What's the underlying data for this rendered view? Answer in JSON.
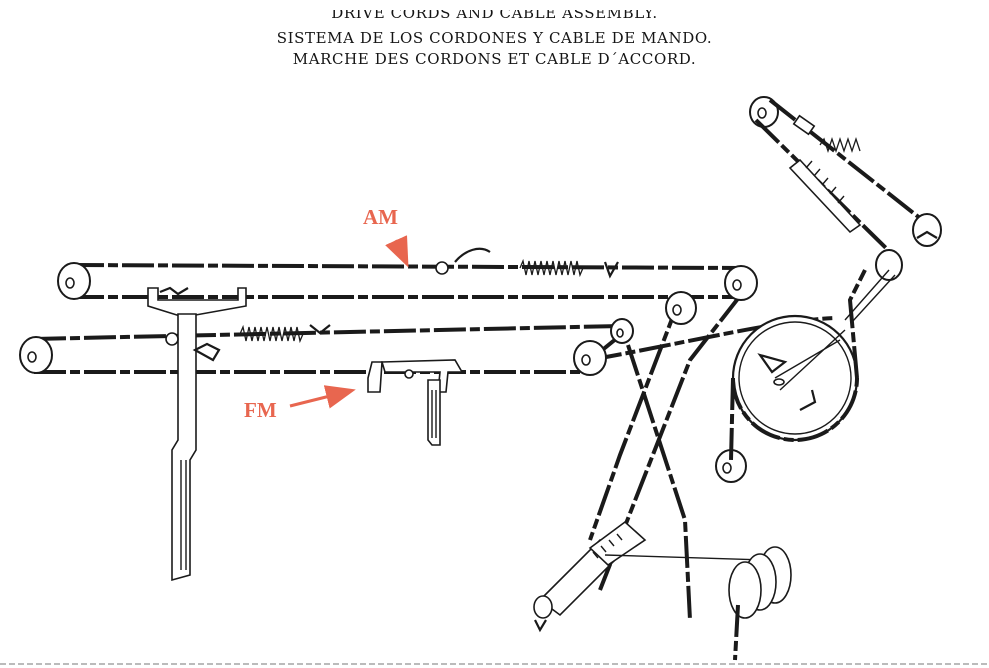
{
  "title": {
    "line1": "DRIVE CORDS AND CABLE ASSEMBLY.",
    "line2": "SISTEMA DE LOS CORDONES Y CABLE DE MANDO.",
    "line3": "MARCHE DES CORDONS ET CABLE D´ACCORD."
  },
  "labels": {
    "am": "AM",
    "fm": "FM"
  },
  "colors": {
    "callout": "#e8664f",
    "ink": "#1a1a1a"
  }
}
